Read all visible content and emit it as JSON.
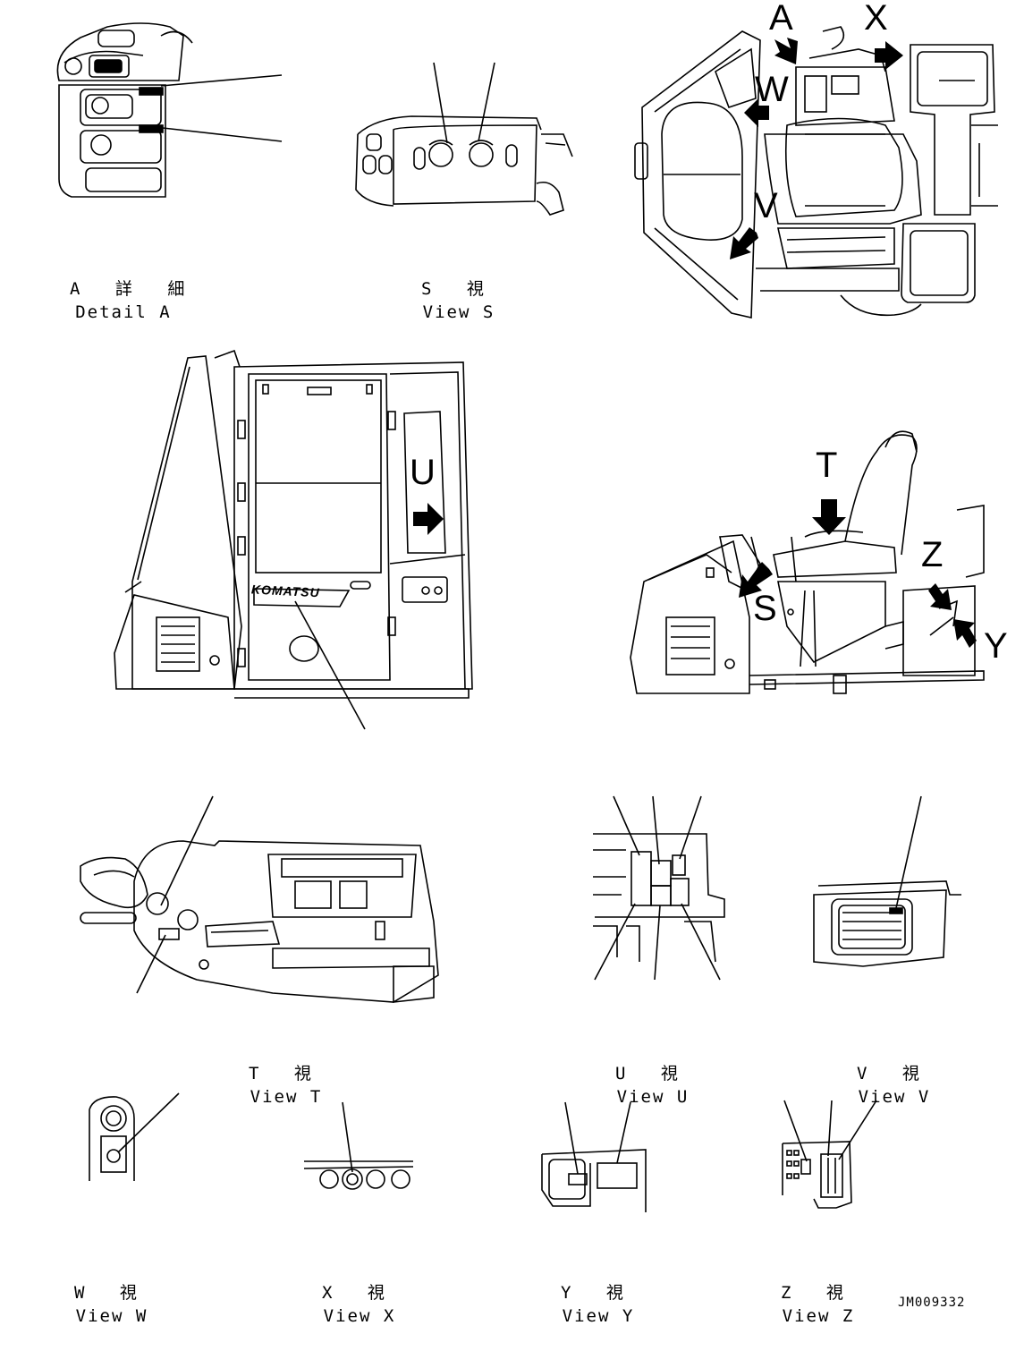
{
  "views": [
    {
      "id": "detail-a",
      "jp": "A 詳 細",
      "en": "Detail A"
    },
    {
      "id": "view-s",
      "jp": "S 視",
      "en": "View S"
    },
    {
      "id": "view-t",
      "jp": "T 視",
      "en": "View T"
    },
    {
      "id": "view-u",
      "jp": "U 視",
      "en": "View U"
    },
    {
      "id": "view-v",
      "jp": "V 視",
      "en": "View V"
    },
    {
      "id": "view-w",
      "jp": "W 視",
      "en": "View W"
    },
    {
      "id": "view-x",
      "jp": "X 視",
      "en": "View X"
    },
    {
      "id": "view-y",
      "jp": "Y 視",
      "en": "View Y"
    },
    {
      "id": "view-z",
      "jp": "Z 視",
      "en": "View Z"
    }
  ],
  "callouts": {
    "a": "A",
    "x": "X",
    "w": "W",
    "v": "V",
    "u": "U",
    "t": "T",
    "s": "S",
    "z": "Z",
    "y": "Y"
  },
  "brand": "KOMATSU",
  "doc_id": "JM009332"
}
